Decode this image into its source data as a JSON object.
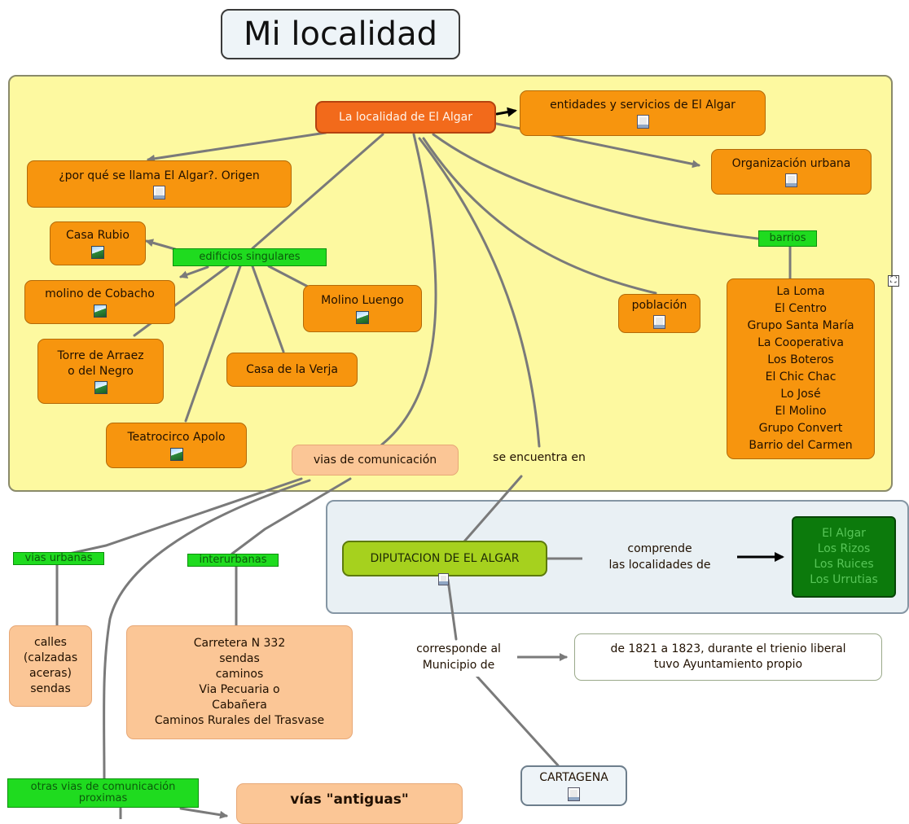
{
  "title": "Mi localidad",
  "nodes": {
    "main": "La localidad de El Algar",
    "entidades": "entidades y servicios de El Algar",
    "organizacion": "Organización urbana",
    "origen": "¿por qué se llama El Algar?. Origen",
    "casa_rubio": "Casa Rubio",
    "edificios": "edificios singulares",
    "molino_cobacho": "molino de Cobacho",
    "molino_luengo": "Molino Luengo",
    "torre": [
      "Torre de Arraez",
      "o del Negro"
    ],
    "casa_verja": "Casa de la Verja",
    "teatrocirco": "Teatrocirco Apolo",
    "vias": "vias de comunicación",
    "encuentra": "se encuentra en",
    "poblacion": "población",
    "barrios": "barrios",
    "barrios_list": [
      "La Loma",
      "El Centro",
      "Grupo Santa María",
      "La Cooperativa",
      "Los Boteros",
      "El Chic Chac",
      "Lo José",
      "El Molino",
      "Grupo Convert",
      "Barrio del Carmen"
    ],
    "vias_urbanas": "vias urbanas",
    "interurbanas": "interurbanas",
    "calles": [
      "calles",
      "(calzadas",
      "aceras)",
      "sendas"
    ],
    "carreteras": [
      "Carretera N 332",
      "sendas",
      "caminos",
      "Via Pecuaria o",
      "Cabañera",
      "Caminos Rurales del Trasvase"
    ],
    "diputacion": "DIPUTACION DE EL ALGAR",
    "comprende": [
      "comprende",
      "las localidades de"
    ],
    "localidades": [
      "El Algar",
      "Los Rizos",
      "Los Ruices",
      "Los Urrutias"
    ],
    "corresponde": [
      "corresponde al",
      "Municipio de"
    ],
    "trienio": [
      "de 1821 a 1823, durante el trienio liberal",
      "tuvo Ayuntamiento propio"
    ],
    "cartagena": "CARTAGENA",
    "otras_vias": [
      "otras vias de comunicación",
      "proximas"
    ],
    "antiguas": "vías \"antiguas\""
  },
  "colors": {
    "panel_yellow": "#fdf9a0",
    "panel_blue": "#e9f0f4",
    "node_orange": "#f7950e",
    "node_red": "#f26a1b",
    "node_peach": "#fbc696",
    "label_green": "#1fdb1f",
    "node_lime": "#a6d11e",
    "node_dark_green": "#0c7a0c",
    "link": "#7a7a7a"
  }
}
